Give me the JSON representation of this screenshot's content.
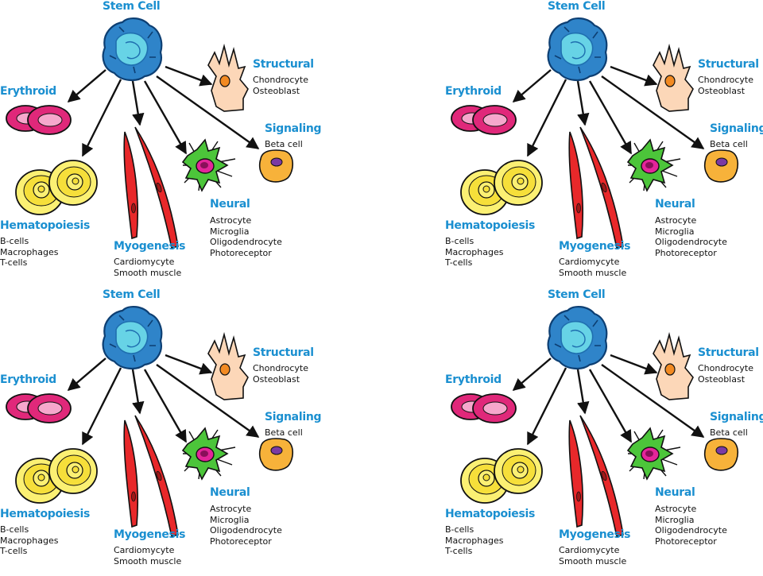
{
  "colors": {
    "heading": "#1a8fd0",
    "text": "#111111",
    "arrow": "#111111"
  },
  "icons": {
    "stem": "stem-cell-icon",
    "erythroid": "red-blood-cell-icon",
    "hematopoiesis": "blood-cell-icon",
    "myogenesis": "muscle-cell-icon",
    "neural": "neuron-icon",
    "structural": "chondrocyte-icon",
    "signaling": "beta-cell-icon"
  },
  "diagram": {
    "title": "Stem Cell",
    "branches": {
      "structural": {
        "label": "Structural",
        "items": [
          "Chondrocyte",
          "Osteoblast"
        ]
      },
      "erythroid": {
        "label": "Erythroid",
        "items": []
      },
      "signaling": {
        "label": "Signaling",
        "items": [
          "Beta cell"
        ]
      },
      "hematopoiesis": {
        "label": "Hematopoiesis",
        "items": [
          "B-cells",
          "Macrophages",
          "T-cells"
        ]
      },
      "neural": {
        "label": "Neural",
        "items": [
          "Astrocyte",
          "Microglia",
          "Oligodendrocyte",
          "Photoreceptor"
        ]
      },
      "myogenesis": {
        "label": "Myogenesis",
        "items": [
          "Cardiomycyte",
          "Smooth muscle"
        ]
      }
    }
  }
}
